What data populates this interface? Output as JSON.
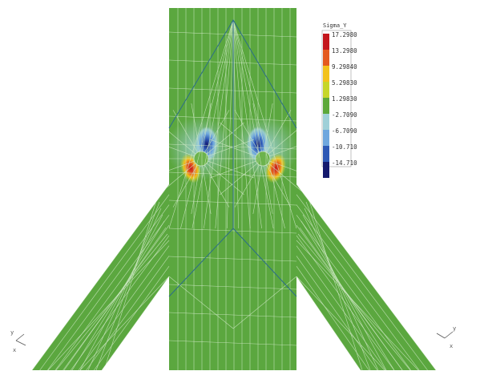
{
  "legend": {
    "title": "Sigma_Y",
    "entries": [
      {
        "label": "17.2980",
        "color": "#c4161c"
      },
      {
        "label": "13.2980",
        "color": "#e45a1f"
      },
      {
        "label": "9.29840",
        "color": "#f2c21c"
      },
      {
        "label": "5.29830",
        "color": "#c6d62a"
      },
      {
        "label": "1.29830",
        "color": "#5da83a"
      },
      {
        "label": "-2.7090",
        "color": "#9fd0d8"
      },
      {
        "label": "-6.7090",
        "color": "#6fa7de"
      },
      {
        "label": "-10.710",
        "color": "#2d58b5"
      },
      {
        "label": "-14.710",
        "color": "#151a6e"
      }
    ]
  },
  "colors": {
    "mesh_fill": "#5ba73f",
    "mesh_line": "#cfe9c6",
    "boundary": "#2c6d8a"
  },
  "axis_triads": {
    "left": {
      "a": "y",
      "b": "x"
    },
    "right": {
      "a": "y",
      "b": "x"
    }
  }
}
